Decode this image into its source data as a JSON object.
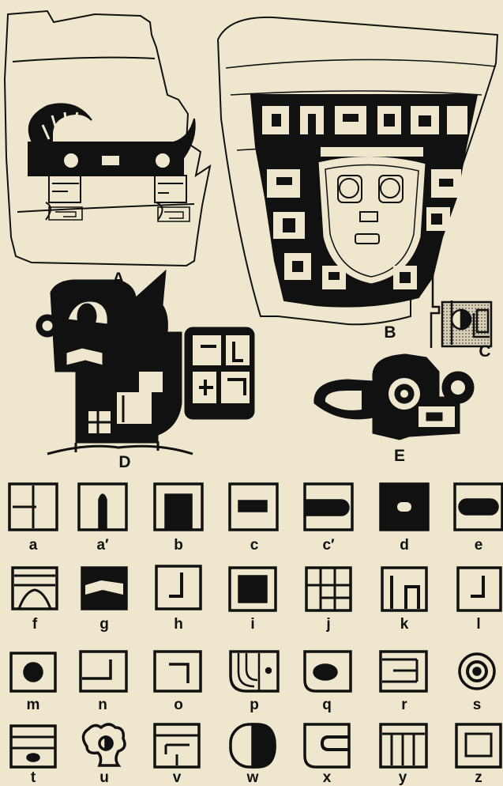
{
  "figures": [
    {
      "key": "A",
      "label": "A"
    },
    {
      "key": "B",
      "label": "B"
    },
    {
      "key": "C",
      "label": "C"
    },
    {
      "key": "D",
      "label": "D"
    },
    {
      "key": "E",
      "label": "E"
    }
  ],
  "glyphs": [
    {
      "key": "a",
      "label": "a"
    },
    {
      "key": "a_prime",
      "label": "a′"
    },
    {
      "key": "b",
      "label": "b"
    },
    {
      "key": "c",
      "label": "c"
    },
    {
      "key": "c_prime",
      "label": "c′"
    },
    {
      "key": "d",
      "label": "d"
    },
    {
      "key": "e",
      "label": "e"
    },
    {
      "key": "f",
      "label": "f"
    },
    {
      "key": "g",
      "label": "g"
    },
    {
      "key": "h",
      "label": "h"
    },
    {
      "key": "i",
      "label": "i"
    },
    {
      "key": "j",
      "label": "j"
    },
    {
      "key": "k",
      "label": "k"
    },
    {
      "key": "l",
      "label": "l"
    },
    {
      "key": "m",
      "label": "m"
    },
    {
      "key": "n",
      "label": "n"
    },
    {
      "key": "o",
      "label": "o"
    },
    {
      "key": "p",
      "label": "p"
    },
    {
      "key": "q",
      "label": "q"
    },
    {
      "key": "r",
      "label": "r"
    },
    {
      "key": "s",
      "label": "s"
    },
    {
      "key": "t",
      "label": "t"
    },
    {
      "key": "u",
      "label": "u"
    },
    {
      "key": "v",
      "label": "v"
    },
    {
      "key": "w",
      "label": "w"
    },
    {
      "key": "x",
      "label": "x"
    },
    {
      "key": "y",
      "label": "y"
    },
    {
      "key": "z",
      "label": "z"
    }
  ],
  "colors": {
    "background": "#efe7cd",
    "ink": "#111111",
    "stipple": "#bdb39c"
  }
}
